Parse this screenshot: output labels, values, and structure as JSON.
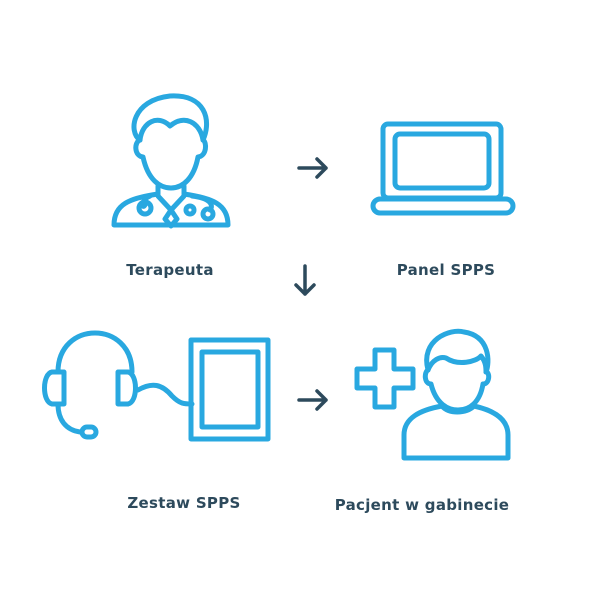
{
  "nodes": {
    "therapist": {
      "label": "Terapeuta",
      "icon": "doctor-icon"
    },
    "panel": {
      "label": "Panel SPPS",
      "icon": "laptop-icon"
    },
    "kit": {
      "label": "Zestaw SPPS",
      "icon": "headset-tablet-icon"
    },
    "patient": {
      "label": "Pacjent w gabinecie",
      "icon": "patient-icon"
    }
  },
  "colors": {
    "icon": "#29a8e0",
    "text": "#2d4a5c",
    "arrow": "#2d4a5c"
  }
}
